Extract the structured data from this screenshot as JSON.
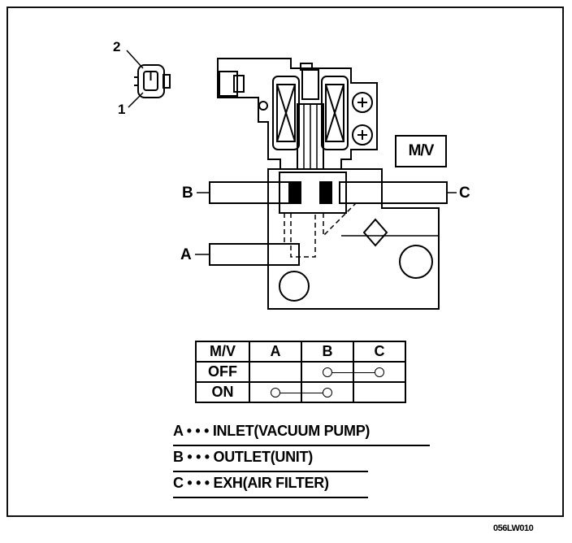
{
  "connector": {
    "pin_top": "2",
    "pin_bottom": "1"
  },
  "ports": {
    "a": "A",
    "b": "B",
    "c": "C"
  },
  "valve_tag": "M/V",
  "table": {
    "headers": [
      "M/V",
      "A",
      "B",
      "C"
    ],
    "rows": [
      {
        "state": "OFF",
        "connected": [
          "B",
          "C"
        ]
      },
      {
        "state": "ON",
        "connected": [
          "A",
          "B"
        ]
      }
    ]
  },
  "legend": [
    {
      "port": "A",
      "desc": "INLET(VACUUM PUMP)"
    },
    {
      "port": "B",
      "desc": "OUTLET(UNIT)"
    },
    {
      "port": "C",
      "desc": "EXH(AIR FILTER)"
    }
  ],
  "figure_code": "056LW010"
}
